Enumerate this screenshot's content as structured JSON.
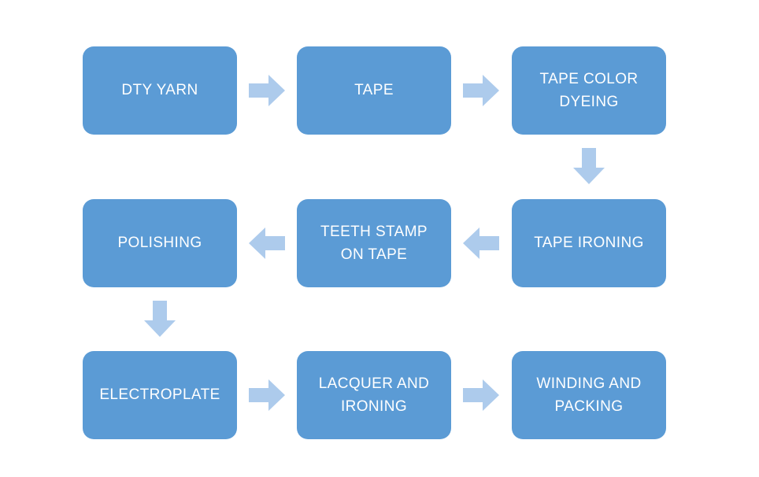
{
  "diagram": {
    "type": "flowchart",
    "title": "",
    "colors": {
      "node_fill": "#5B9BD5",
      "node_text": "#FFFFFF",
      "arrow_fill": "#ADCBEC",
      "background": "#FFFFFF"
    },
    "nodes": [
      {
        "id": "dty-yarn",
        "label": "DTY YARN",
        "row": 1,
        "col": 1
      },
      {
        "id": "tape",
        "label": "TAPE",
        "row": 1,
        "col": 2
      },
      {
        "id": "tape-color-dyeing",
        "label": "TAPE COLOR DYEING",
        "row": 1,
        "col": 3
      },
      {
        "id": "tape-ironing",
        "label": "TAPE IRONING",
        "row": 2,
        "col": 3
      },
      {
        "id": "teeth-stamp-on-tape",
        "label": "TEETH STAMP ON TAPE",
        "row": 2,
        "col": 2
      },
      {
        "id": "polishing",
        "label": "POLISHING",
        "row": 2,
        "col": 1
      },
      {
        "id": "electroplate",
        "label": "ELECTROPLATE",
        "row": 3,
        "col": 1
      },
      {
        "id": "lacquer-and-ironing",
        "label": "LACQUER AND IRONING",
        "row": 3,
        "col": 2
      },
      {
        "id": "winding-and-packing",
        "label": "WINDING AND PACKING",
        "row": 3,
        "col": 3
      }
    ],
    "edges": [
      {
        "from": "dty-yarn",
        "to": "tape",
        "direction": "right"
      },
      {
        "from": "tape",
        "to": "tape-color-dyeing",
        "direction": "right"
      },
      {
        "from": "tape-color-dyeing",
        "to": "tape-ironing",
        "direction": "down"
      },
      {
        "from": "tape-ironing",
        "to": "teeth-stamp-on-tape",
        "direction": "left"
      },
      {
        "from": "teeth-stamp-on-tape",
        "to": "polishing",
        "direction": "left"
      },
      {
        "from": "polishing",
        "to": "electroplate",
        "direction": "down"
      },
      {
        "from": "electroplate",
        "to": "lacquer-and-ironing",
        "direction": "right"
      },
      {
        "from": "lacquer-and-ironing",
        "to": "winding-and-packing",
        "direction": "right"
      }
    ]
  }
}
